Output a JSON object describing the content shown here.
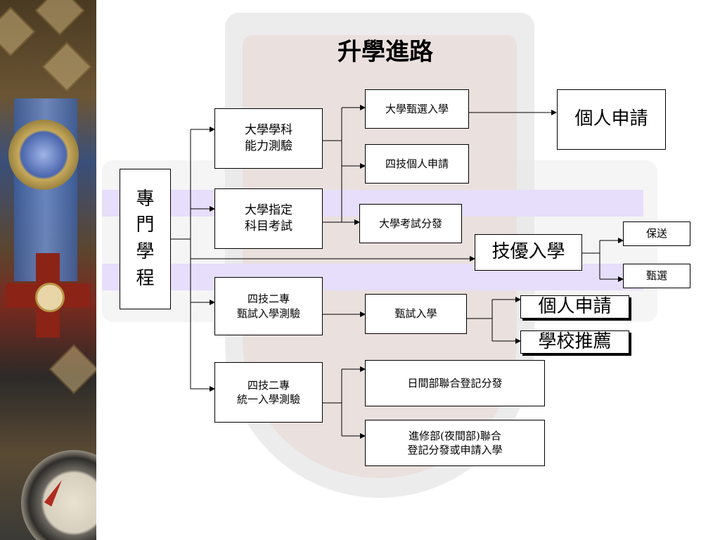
{
  "title": "升學進路",
  "diagram": {
    "root": "專門學程",
    "tests": {
      "gsat": "大學學科\n能力測驗",
      "ast": "大學指定\n科目考試",
      "tech_selection_test": "四技二專\n甄試入學測驗",
      "tech_unified_test": "四技二專\n統一入學測驗"
    },
    "routes": {
      "univ_selection": "大學甄選入學",
      "tech_personal": "四技個人申請",
      "univ_exam_allocation": "大學考試分發",
      "selection_admission": "甄試入學",
      "day_division": "日間部聯合登記分發",
      "night_division": "進修部(夜間部)聯合\n登記分發或申請入學"
    },
    "outcomes": {
      "personal_application_1": "個人申請",
      "talent_admission": "技優入學",
      "recommended": "保送",
      "screening": "甄選",
      "personal_application_2": "個人申請",
      "school_recommendation": "學校推薦"
    }
  },
  "colors": {
    "line": "#000000",
    "band": "#e6defa",
    "watermark": "#e7e7e7"
  }
}
